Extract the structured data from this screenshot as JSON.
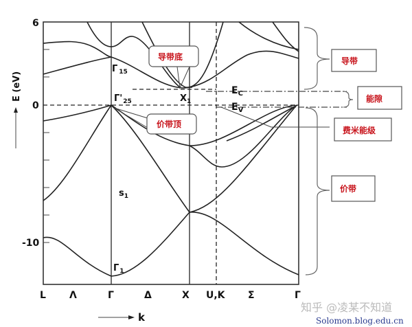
{
  "axes": {
    "y_label": "E (eV)",
    "x_label": "k",
    "y_ticks": [
      "6",
      "0",
      "-10"
    ],
    "k_points": [
      "L",
      "Λ",
      "Γ",
      "Δ",
      "X",
      "U,K",
      "Σ",
      "Γ"
    ]
  },
  "point_labels": {
    "gamma15": "Γ",
    "gamma15_sub": "15",
    "gamma25": "Γ'",
    "gamma25_sub": "25",
    "x1": "X",
    "x1_sub": "1",
    "gamma1": "Γ",
    "gamma1_sub": "1",
    "s1": "s",
    "s1_sub": "1",
    "ec": "E",
    "ec_sub": "C",
    "ev": "E",
    "ev_sub": "V"
  },
  "callouts": {
    "cbm": "导带底",
    "vbm": "价带顶",
    "conduction_band": "导带",
    "band_gap": "能隙",
    "fermi_level": "费米能级",
    "valence_band": "价带"
  },
  "watermark": {
    "zhihu": "知乎 @凌某不知道",
    "blog": "Solomon.blog.edu.cn"
  },
  "colors": {
    "callout_text": "#c8141c",
    "lines": "#222222"
  }
}
